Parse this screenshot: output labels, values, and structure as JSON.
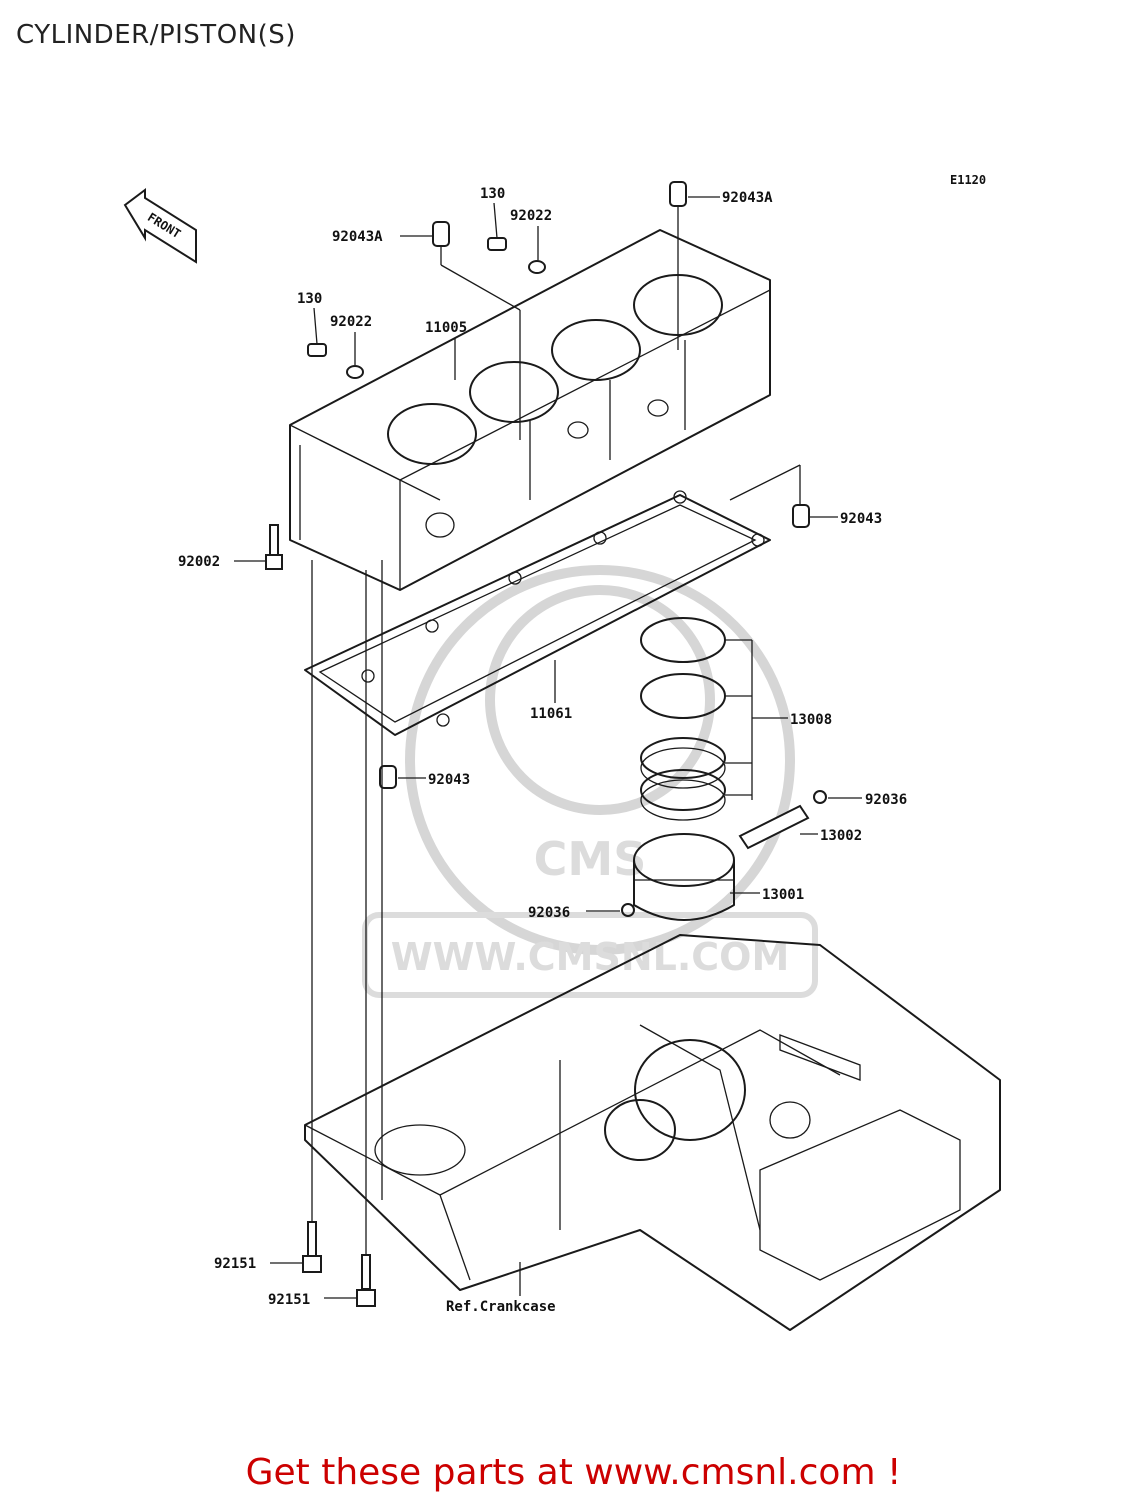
{
  "title": "CYLINDER/PISTON(S)",
  "diagram_code": "E1120",
  "front_marker": "FRONT",
  "watermark": {
    "brand": "CMS",
    "url": "WWW.CMSNL.COM"
  },
  "part_labels": {
    "p92043A_top": "92043A",
    "p130_top": "130",
    "p92022_top": "92022",
    "p92043A_left": "92043A",
    "p130_left": "130",
    "p92022_left": "92022",
    "p11005": "11005",
    "p92043_right": "92043",
    "p92002": "92002",
    "p11061": "11061",
    "p13008": "13008",
    "p92043_lower": "92043",
    "p92036_right": "92036",
    "p13002": "13002",
    "p13001": "13001",
    "p92036_left": "92036",
    "p92151_a": "92151",
    "p92151_b": "92151",
    "ref_crankcase": "Ref.Crankcase"
  },
  "footer_text": "Get these parts at www.cmsnl.com !",
  "colors": {
    "footer": "#cc0000",
    "line": "#1a1a1a",
    "watermark": "#d6d6d6"
  }
}
